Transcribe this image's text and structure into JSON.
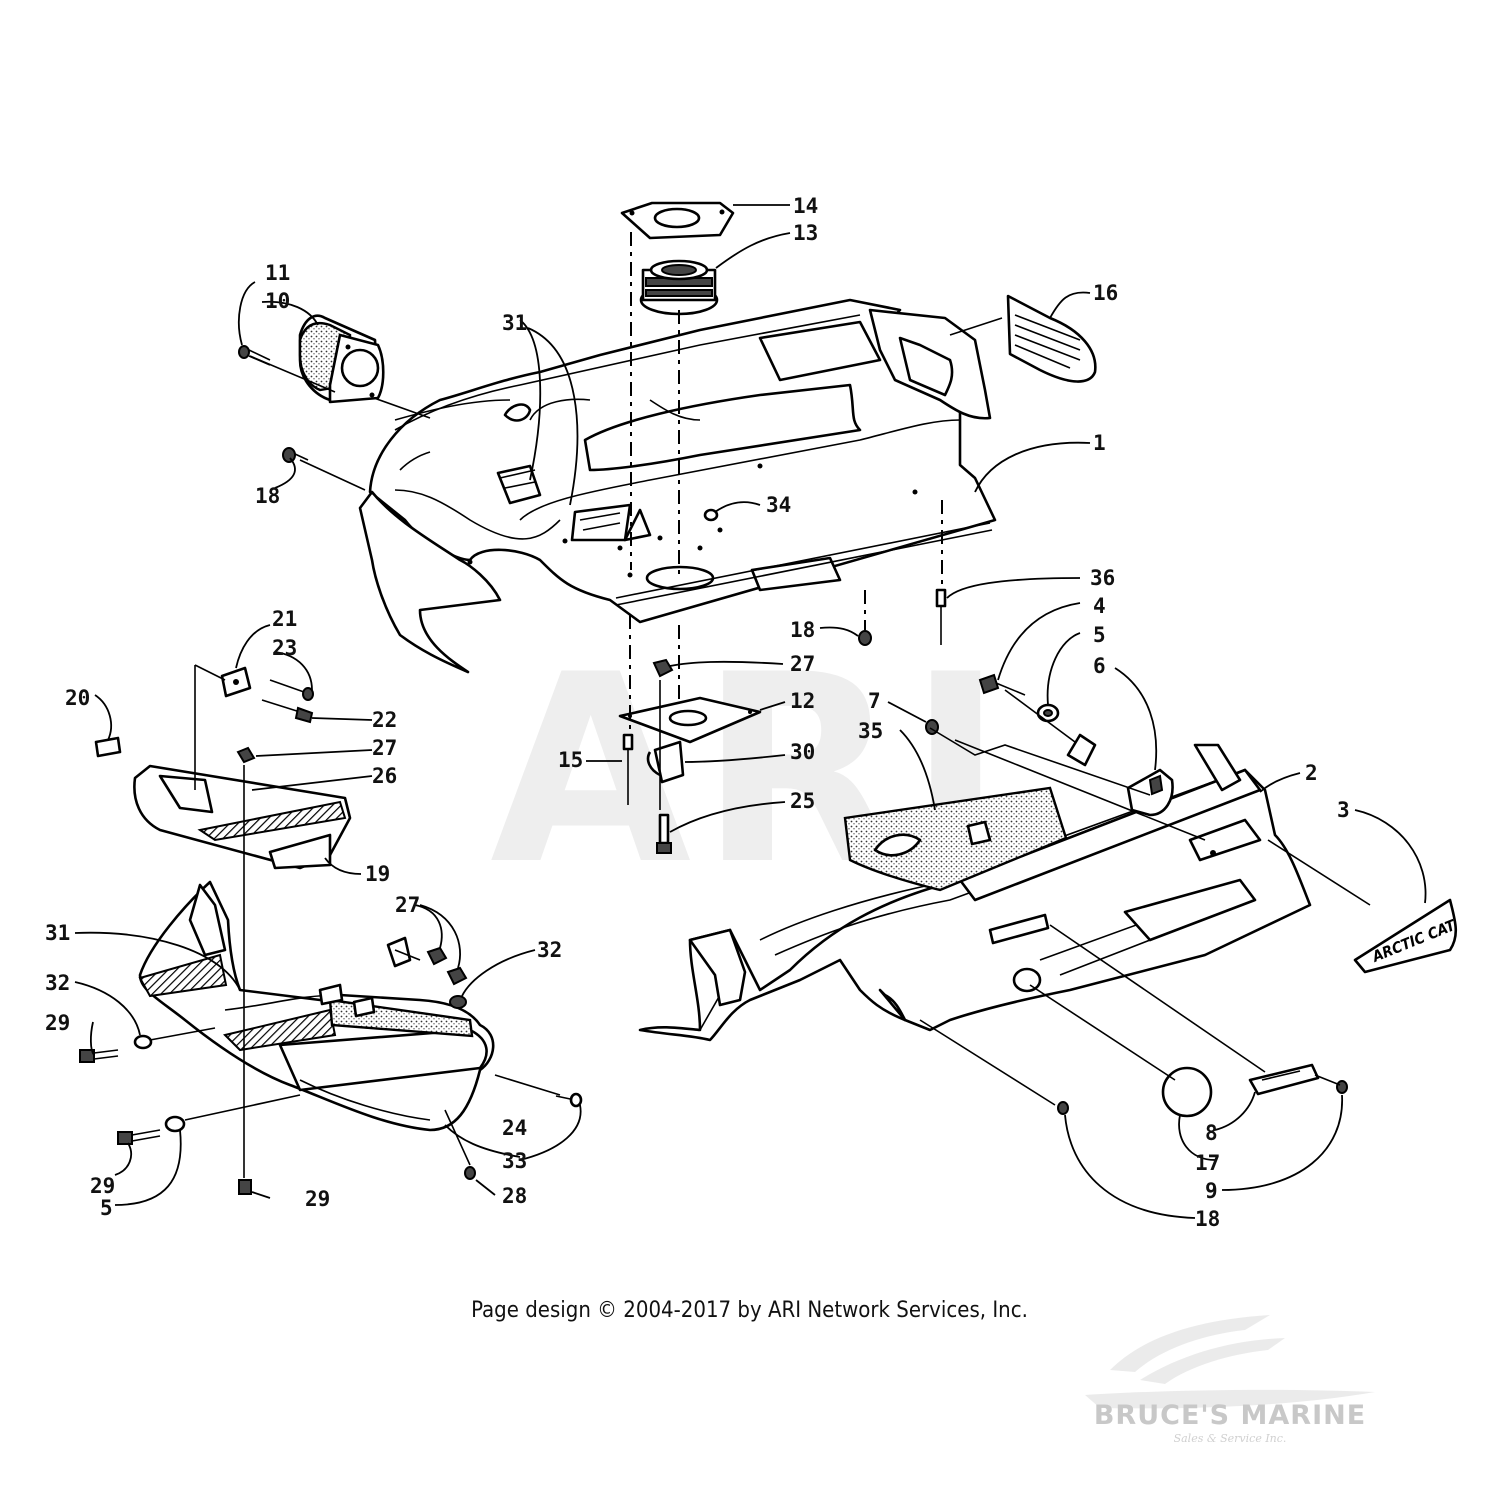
{
  "watermark": "ARI",
  "copyright": "Page design © 2004-2017 by ARI Network Services, Inc.",
  "dealer": {
    "name": "BRUCE'S MARINE",
    "tagline": "Sales & Service Inc."
  },
  "decal_text": "ARCTIC CAT",
  "callouts": {
    "c1": "1",
    "c2": "2",
    "c3": "3",
    "c4": "4",
    "c5a": "5",
    "c5b": "5",
    "c6": "6",
    "c7": "7",
    "c8": "8",
    "c9": "9",
    "c10": "10",
    "c11": "11",
    "c12": "12",
    "c13": "13",
    "c14": "14",
    "c15": "15",
    "c16": "16",
    "c17": "17",
    "c18a": "18",
    "c18b": "18",
    "c18c": "18",
    "c19": "19",
    "c20": "20",
    "c21": "21",
    "c22": "22",
    "c23": "23",
    "c24": "24",
    "c25": "25",
    "c26": "26",
    "c27a": "27",
    "c27b": "27",
    "c27c": "27",
    "c28": "28",
    "c29a": "29",
    "c29b": "29",
    "c29c": "29",
    "c30": "30",
    "c31a": "31",
    "c31b": "31",
    "c32a": "32",
    "c32b": "32",
    "c33": "33",
    "c34": "34",
    "c35": "35",
    "c36": "36"
  }
}
